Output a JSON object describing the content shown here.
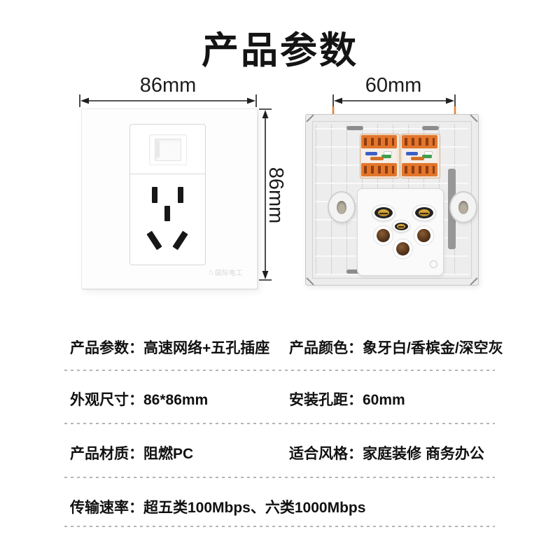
{
  "title": "产品参数",
  "front_view": {
    "width_label": "86mm",
    "height_label": "86mm",
    "brand": "国际电工"
  },
  "back_view": {
    "hole_pitch_label": "60mm"
  },
  "icons": {
    "brand_house_icon": "⌂"
  },
  "palette": {
    "accent_orange": "#E8833A",
    "terminal_orange": "#E2762C",
    "dash_gray": "#B5B5B5",
    "text_black": "#141414"
  },
  "specs": [
    {
      "left_label": "产品参数：",
      "left_value": "高速网络+五孔插座",
      "right_label": "产品颜色：",
      "right_value": "象牙白/香槟金/深空灰"
    },
    {
      "left_label": "外观尺寸：",
      "left_value": "86*86mm",
      "right_label": "安装孔距：",
      "right_value": "60mm"
    },
    {
      "left_label": "产品材质：",
      "left_value": "阻燃PC",
      "right_label": "适合风格：",
      "right_value": "家庭装修 商务办公"
    },
    {
      "left_label": "传输速率：",
      "left_value": "超五类100Mbps、六类1000Mbps",
      "right_label": "",
      "right_value": ""
    }
  ]
}
